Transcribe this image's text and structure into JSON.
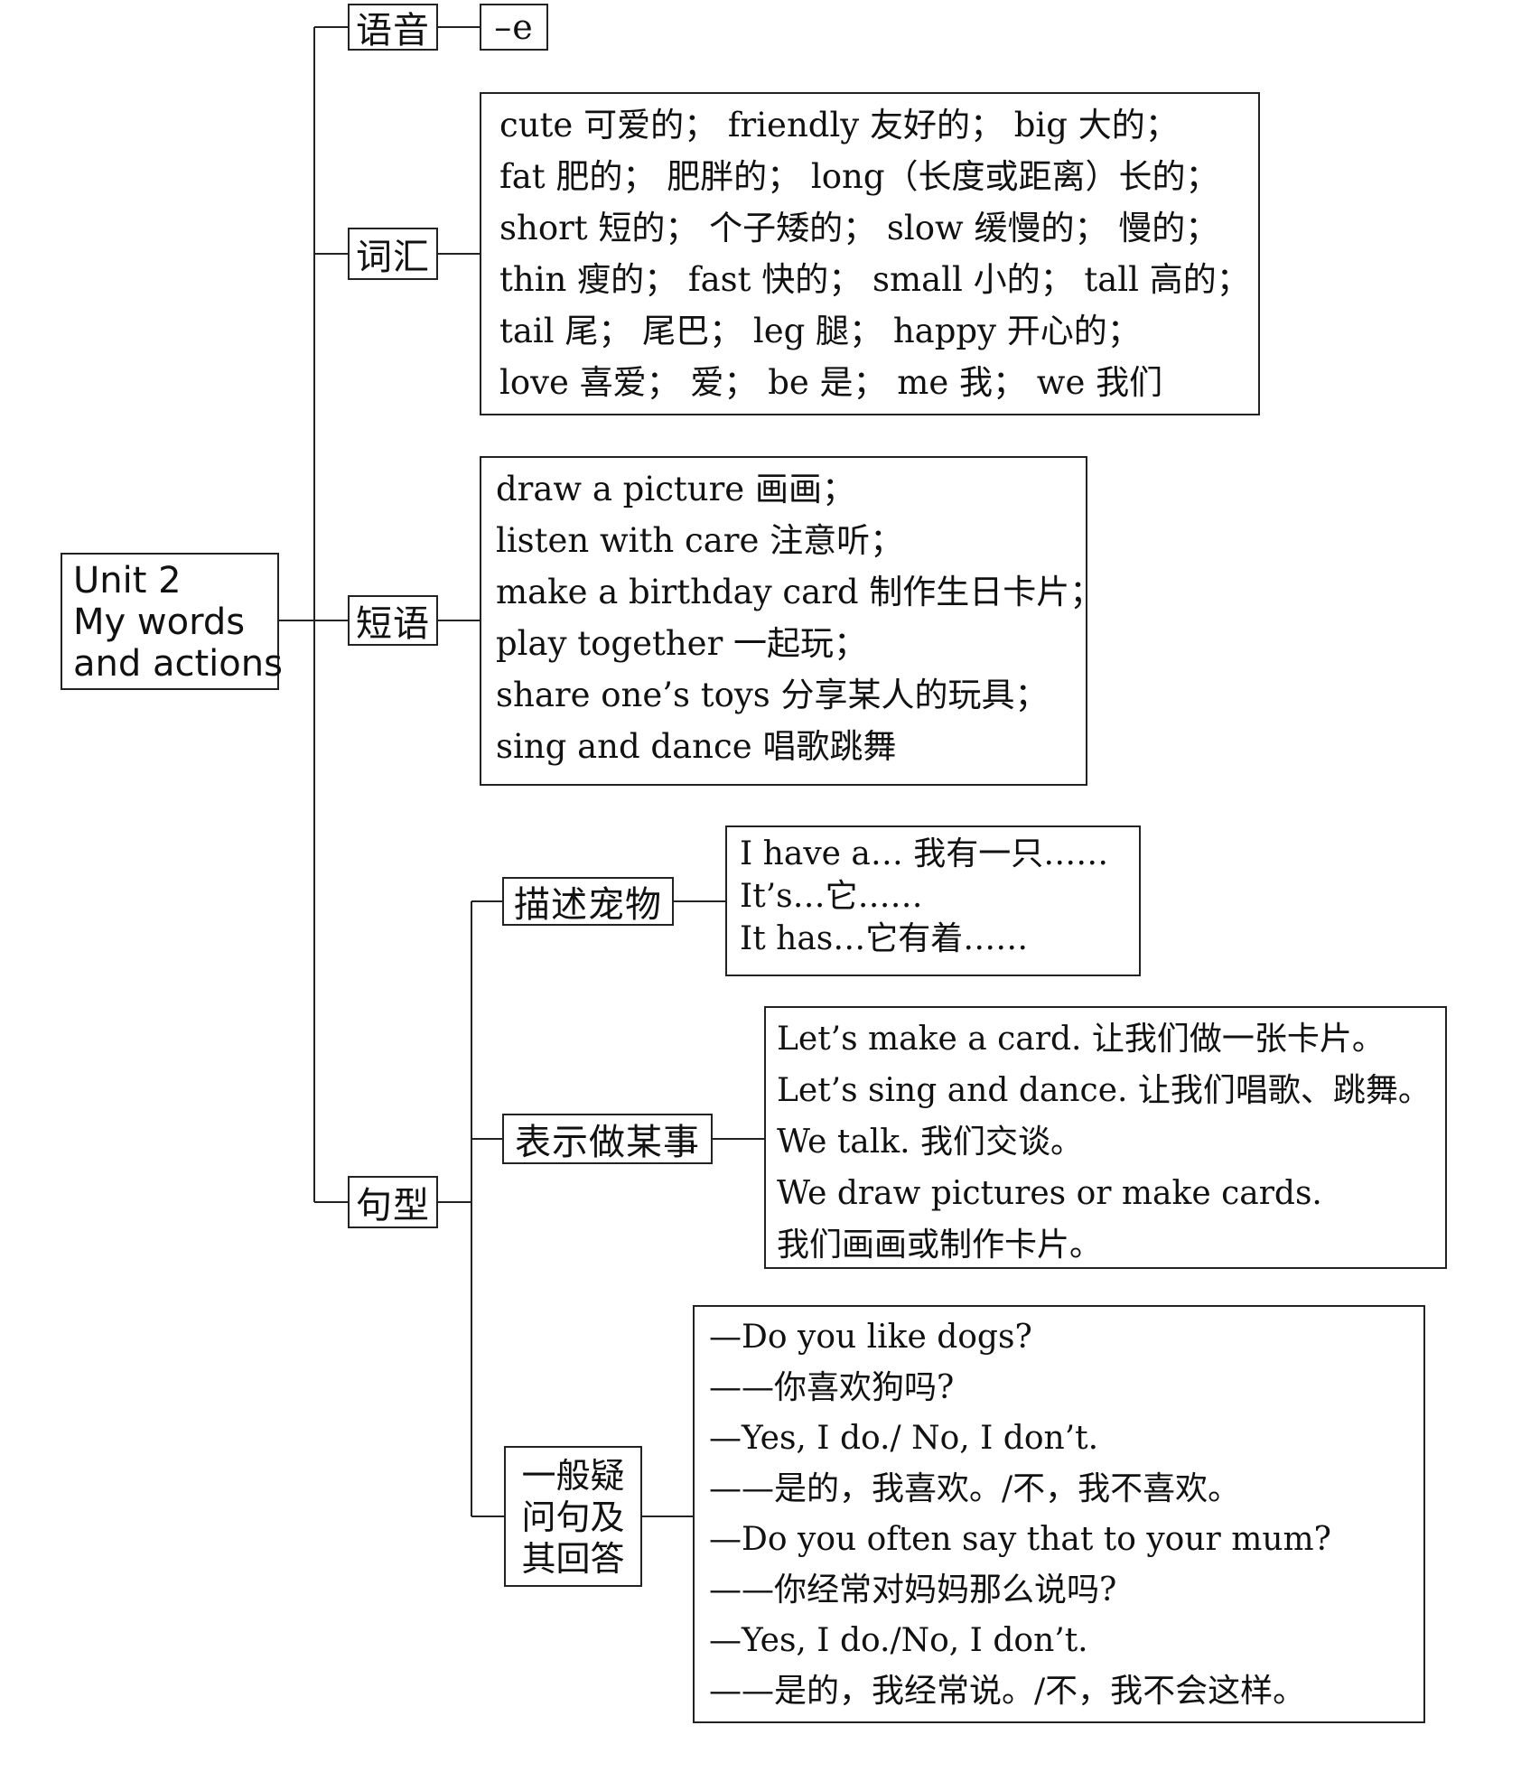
{
  "root": {
    "lines": [
      "Unit 2",
      "My words",
      "and actions"
    ]
  },
  "branches": {
    "phonetics": {
      "label": "语音",
      "content": "–e"
    },
    "vocabulary": {
      "label": "词汇",
      "lines": [
        "cute 可爱的； friendly 友好的； big 大的；",
        "fat 肥的； 肥胖的； long（长度或距离）长的；",
        "short 短的； 个子矮的； slow 缓慢的； 慢的；",
        "thin 瘦的； fast 快的； small 小的； tall 高的；",
        "tail 尾； 尾巴； leg 腿； happy 开心的；",
        "love 喜爱； 爱； be 是； me 我； we 我们"
      ]
    },
    "phrases": {
      "label": "短语",
      "lines": [
        "draw a picture 画画；",
        "listen with care 注意听；",
        "make a birthday card 制作生日卡片；",
        "play together 一起玩；",
        "share one’s toys 分享某人的玩具；",
        "sing and dance 唱歌跳舞"
      ]
    },
    "sentences": {
      "label": "句型",
      "describe_pet": {
        "label": "描述宠物",
        "lines": [
          "I have a… 我有一只……",
          "It’s…它……",
          "It has…它有着……"
        ]
      },
      "doing_something": {
        "label": "表示做某事",
        "lines": [
          "Let’s make a card. 让我们做一张卡片。",
          "Let’s sing and dance. 让我们唱歌、跳舞。",
          "We talk. 我们交谈。",
          "We draw pictures or make cards.",
          "我们画画或制作卡片。"
        ]
      },
      "general_questions": {
        "label_lines": [
          "一般疑",
          "问句及",
          "其回答"
        ],
        "lines": [
          "—Do you like dogs?",
          "——你喜欢狗吗?",
          "—Yes, I do./ No, I don’t.",
          "——是的，我喜欢。/不，我不喜欢。",
          "—Do you often say that to your mum?",
          "——你经常对妈妈那么说吗?",
          "—Yes, I do./No, I don’t.",
          "——是的，我经常说。/不，我不会这样。"
        ]
      }
    }
  }
}
